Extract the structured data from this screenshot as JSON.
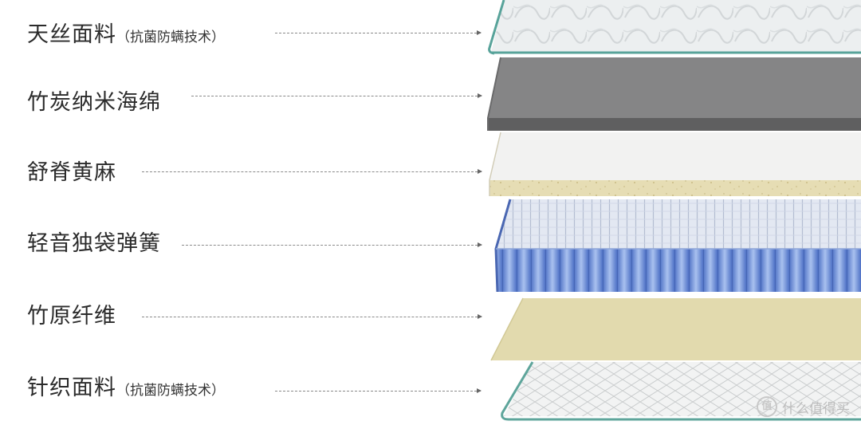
{
  "layers": [
    {
      "id": "tencel",
      "name": "天丝面料",
      "note": "（抗菌防螨技术）"
    },
    {
      "id": "bamboo-charcoal-foam",
      "name": "竹炭纳米海绵",
      "note": ""
    },
    {
      "id": "jute",
      "name": "舒脊黄麻",
      "note": ""
    },
    {
      "id": "springs",
      "name": "轻音独袋弹簧",
      "note": ""
    },
    {
      "id": "bamboo-fiber",
      "name": "竹原纤维",
      "note": ""
    },
    {
      "id": "knit",
      "name": "针织面料",
      "note": "（抗菌防螨技术）"
    }
  ],
  "watermark": {
    "badge": "值",
    "text": "什么值得买"
  },
  "colors": {
    "fabric_top": "#e9eced",
    "fabric_edge": "#5fa49c",
    "foam": "#6e6e6f",
    "foam_top": "#8a8a8b",
    "jute_top": "#f3f3f2",
    "jute_side": "#ded3a6",
    "spring_blue": "#6f8fd8",
    "spring_top": "#dfe5f1",
    "fiber": "#e4dcb0",
    "knit_top": "#f1f2f2"
  }
}
